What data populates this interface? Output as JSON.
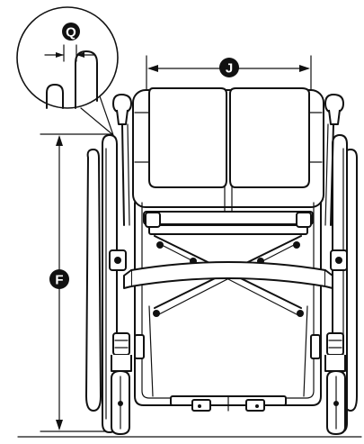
{
  "diagram": {
    "labels": {
      "q": "Q",
      "j": "J",
      "f": "F"
    },
    "colors": {
      "line": "#111111",
      "background": "#ffffff",
      "badge": "#111111",
      "badge_text": "#ffffff"
    }
  }
}
